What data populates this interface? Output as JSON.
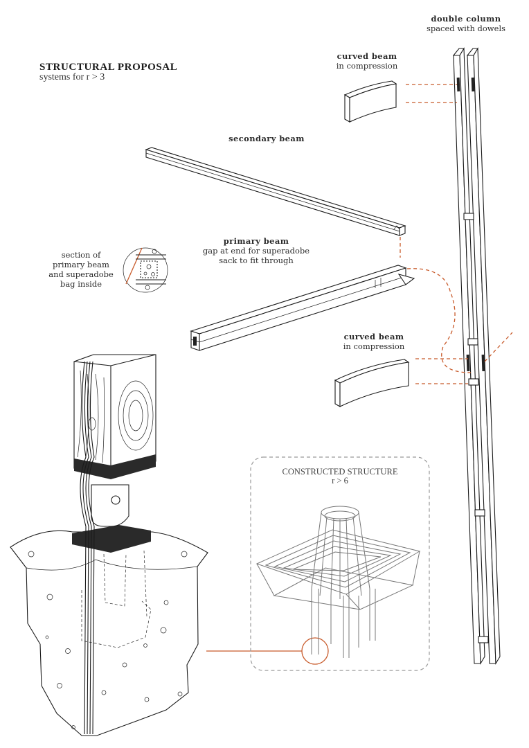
{
  "title": "STRUCTURAL PROPOSAL",
  "subtitle": "systems for r > 3",
  "labels": {
    "double_column": {
      "heading": "double column",
      "detail": "spaced with dowels"
    },
    "curved_beam_top": {
      "heading": "curved beam",
      "detail": "in compression"
    },
    "secondary_beam": {
      "heading": "secondary beam"
    },
    "primary_beam": {
      "heading": "primary beam",
      "detail_1": "gap at end for superadobe",
      "detail_2": "sack to fit through"
    },
    "section": {
      "line_1": "section of",
      "line_2": "primary beam",
      "line_3": "and superadobe",
      "line_4": "bag inside"
    },
    "curved_beam_bottom": {
      "heading": "curved beam",
      "detail": "in compression"
    }
  },
  "constructed": {
    "title": "CONSTRUCTED STRUCTURE",
    "subtitle": "r > 6"
  },
  "colors": {
    "accent": "#c85a2a",
    "ink": "#1a1a1a",
    "frame": "#999999"
  }
}
